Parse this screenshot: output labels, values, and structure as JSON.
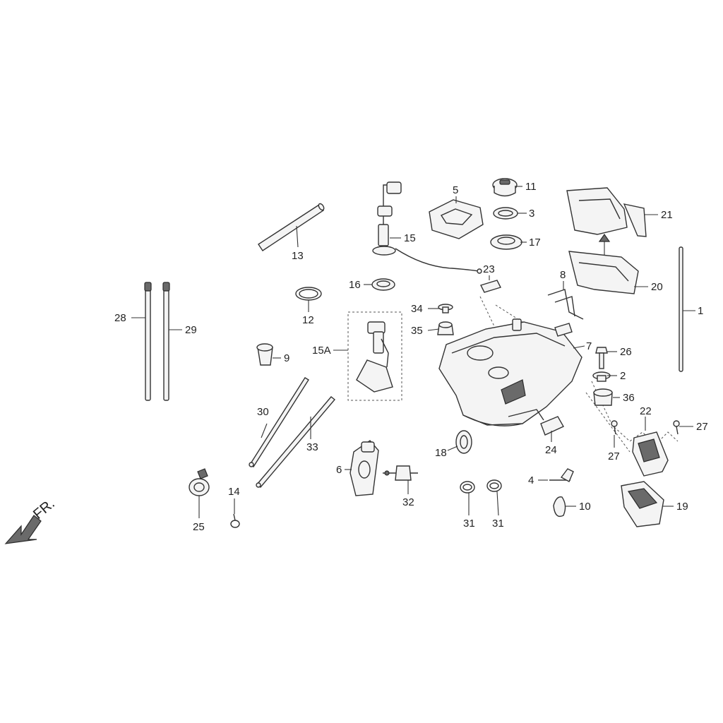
{
  "direction_label": "FR.",
  "callouts": [
    {
      "label": "1",
      "name": "callout-1"
    },
    {
      "label": "2",
      "name": "callout-2"
    },
    {
      "label": "3",
      "name": "callout-3"
    },
    {
      "label": "4",
      "name": "callout-4"
    },
    {
      "label": "5",
      "name": "callout-5"
    },
    {
      "label": "6",
      "name": "callout-6"
    },
    {
      "label": "7",
      "name": "callout-7"
    },
    {
      "label": "8",
      "name": "callout-8"
    },
    {
      "label": "9",
      "name": "callout-9"
    },
    {
      "label": "10",
      "name": "callout-10"
    },
    {
      "label": "11",
      "name": "callout-11"
    },
    {
      "label": "12",
      "name": "callout-12"
    },
    {
      "label": "13",
      "name": "callout-13"
    },
    {
      "label": "14",
      "name": "callout-14"
    },
    {
      "label": "15",
      "name": "callout-15"
    },
    {
      "label": "15A",
      "name": "callout-15a"
    },
    {
      "label": "16",
      "name": "callout-16"
    },
    {
      "label": "17",
      "name": "callout-17"
    },
    {
      "label": "18",
      "name": "callout-18"
    },
    {
      "label": "19",
      "name": "callout-19"
    },
    {
      "label": "20",
      "name": "callout-20"
    },
    {
      "label": "21",
      "name": "callout-21"
    },
    {
      "label": "22",
      "name": "callout-22"
    },
    {
      "label": "23",
      "name": "callout-23"
    },
    {
      "label": "24",
      "name": "callout-24"
    },
    {
      "label": "25",
      "name": "callout-25"
    },
    {
      "label": "26",
      "name": "callout-26"
    },
    {
      "label": "27",
      "name": "callout-27-left"
    },
    {
      "label": "27",
      "name": "callout-27-right"
    },
    {
      "label": "28",
      "name": "callout-28"
    },
    {
      "label": "29",
      "name": "callout-29"
    },
    {
      "label": "30",
      "name": "callout-30"
    },
    {
      "label": "31",
      "name": "callout-31-left"
    },
    {
      "label": "31",
      "name": "callout-31-right"
    },
    {
      "label": "32",
      "name": "callout-32"
    },
    {
      "label": "33",
      "name": "callout-33"
    },
    {
      "label": "34",
      "name": "callout-34"
    },
    {
      "label": "35",
      "name": "callout-35"
    },
    {
      "label": "36",
      "name": "callout-36"
    }
  ]
}
